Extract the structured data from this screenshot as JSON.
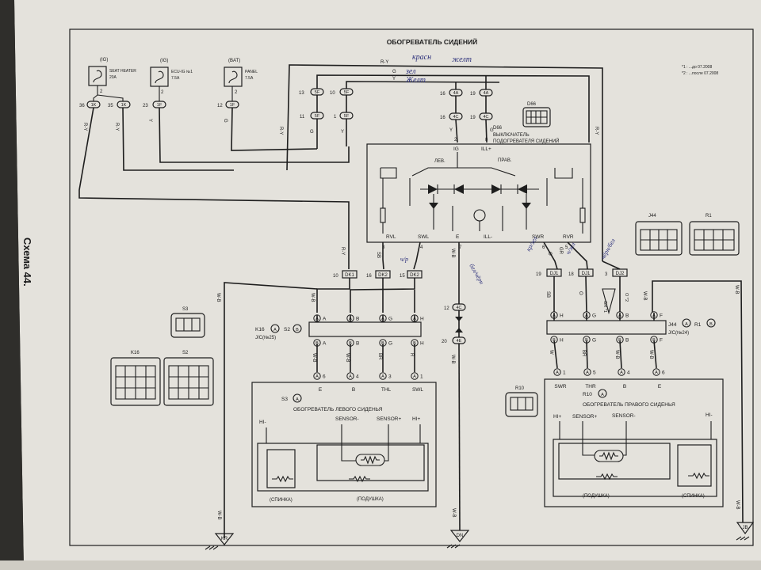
{
  "page": {
    "title": "ОБОГРЕВАТЕЛЬ СИДЕНИЙ",
    "side_label": "Схема 44.",
    "legend_lines": [
      "*1 : ...до 07.2008",
      "*2 : ...после 07.2008"
    ]
  },
  "fuses": [
    {
      "circuit": "(IG)",
      "name": "SEAT HEATER",
      "rating": "20A",
      "pin_out": "2",
      "conn_a": "1K",
      "pin_a": "36",
      "conn_b": "1K",
      "pin_b": "35",
      "wire_a": "R-Y",
      "wire_b": "R-Y"
    },
    {
      "circuit": "(IG)",
      "name": "ECU-IG №1",
      "rating": "7.5A",
      "pin_out": "2",
      "conn": "1F",
      "pin": "23",
      "wire": "Y"
    },
    {
      "circuit": "(BAT)",
      "name": "PANEL",
      "rating": "7.5A",
      "pin_out": "2",
      "conn": "1F",
      "pin": "12",
      "wire": "G"
    }
  ],
  "top_wires": {
    "r_y": "R-Y",
    "g": "G",
    "y": "Y",
    "hand_red": "красн",
    "hand_yellow1": "желт",
    "hand_green": "зел",
    "hand_yellow2": "Желт"
  },
  "splices": [
    {
      "pin": "13",
      "conn": "5F"
    },
    {
      "pin": "11",
      "conn": "5F"
    },
    {
      "pin": "10",
      "conn": "5F"
    },
    {
      "pin": "1",
      "conn": "5F"
    },
    {
      "pin": "16",
      "conn": "4A"
    },
    {
      "pin": "19",
      "conn": "4A"
    },
    {
      "pin": "16",
      "conn": "4C"
    },
    {
      "pin": "19",
      "conn": "4C"
    }
  ],
  "switch": {
    "code": "D66",
    "title_line1": "ВЫКЛЮЧАТЕЛЬ",
    "title_line2": "ПОДОГРЕВАТЕЛЯ СИДЕНИЙ",
    "ig": "IG",
    "ill_plus": "ILL+",
    "pin_ig": "2",
    "pin_ill": "8",
    "left": "ЛЕВ.",
    "right": "ПРАВ.",
    "pins": [
      {
        "name": "RVL",
        "num": "3"
      },
      {
        "name": "SWL",
        "num": "4"
      },
      {
        "name": "E",
        "num": "7"
      },
      {
        "name": "ILL-",
        "num": ""
      },
      {
        "name": "SWR",
        "num": "6"
      },
      {
        "name": "RVR",
        "num": "5"
      }
    ]
  },
  "dk_connectors": [
    {
      "pin": "10",
      "conn": "DK1"
    },
    {
      "pin": "16",
      "conn": "DK2"
    },
    {
      "pin": "15",
      "conn": "DK2"
    }
  ],
  "dj_connectors": [
    {
      "pin": "19",
      "conn": "DJ1"
    },
    {
      "pin": "18",
      "conn": "DJ1"
    },
    {
      "pin": "3",
      "conn": "DJ2"
    }
  ],
  "mid_wires": {
    "r_y": "R-Y",
    "sb": "SB",
    "w_b": "W-B",
    "sb_r": "SB",
    "gr": "GR",
    "o": "O",
    "gr_star1": "GR *1",
    "o_star2": "O *2",
    "hand1": "ч/р",
    "hand2": "ч/зел",
    "hand3": "бел/чёрн",
    "hand4": "чёрн/бел",
    "hand5": "кр/зел"
  },
  "jc_left": {
    "title": "K16",
    "title_conn": "A",
    "sub": "S2",
    "sub_conn": "B",
    "name": "J/C(№25)",
    "top": [
      "A",
      "A",
      "A",
      "A"
    ],
    "top_pins": [
      "A",
      "B",
      "G",
      "H"
    ],
    "bot": [
      "B",
      "B",
      "B",
      "B"
    ],
    "bot_pins": [
      "A",
      "B",
      "G",
      "H"
    ],
    "wires": [
      "W-B",
      "W-B",
      "BR",
      "R"
    ],
    "left_wire": "W-B"
  },
  "jc_right": {
    "title": "J44",
    "title_conn": "A",
    "sub": "R1",
    "sub_conn": "B",
    "name": "J/C(№24)",
    "top": [
      "A",
      "A",
      "A",
      "A"
    ],
    "top_pins": [
      "H",
      "G",
      "B",
      "F"
    ],
    "bot": [
      "B",
      "B",
      "B",
      "B"
    ],
    "bot_pins": [
      "H",
      "G",
      "B",
      "F"
    ],
    "wires": [
      "W",
      "BR",
      "W-B",
      "W-B"
    ],
    "right_wire": "W-B"
  },
  "center": {
    "pin1": "12",
    "conn1": "4C",
    "pin2": "20",
    "conn2": "4E",
    "wire": "W-B"
  },
  "heater_left": {
    "code": "S3",
    "conn": "A",
    "title": "ОБОГРЕВАТЕЛЬ ЛЕВОГО СИДЕНЬЯ",
    "pins": [
      {
        "num": "6",
        "name": "E"
      },
      {
        "num": "4",
        "name": "B"
      },
      {
        "num": "3",
        "name": "THL"
      },
      {
        "num": "1",
        "name": "SWL"
      }
    ],
    "labels": [
      "HI-",
      "SENSOR-",
      "SENSOR+",
      "HI+"
    ],
    "back": "(СПИНКА)",
    "cushion": "(ПОДУШКА)"
  },
  "heater_right": {
    "code": "R10",
    "conn": "A",
    "title": "ОБОГРЕВАТЕЛЬ ПРАВОГО СИДЕНЬЯ",
    "pins": [
      {
        "num": "1",
        "name": "SWR"
      },
      {
        "num": "5",
        "name": "THR"
      },
      {
        "num": "4",
        "name": "B"
      },
      {
        "num": "6",
        "name": "E"
      }
    ],
    "labels": [
      "HI+",
      "SENSOR+",
      "SENSOR-",
      "HI-"
    ],
    "back": "(СПИНКА)",
    "cushion": "(ПОДУШКА)"
  },
  "grounds": [
    {
      "label": "KR",
      "wire": "W-B"
    },
    {
      "label": "DN",
      "wire": "W-B"
    },
    {
      "label": "JB",
      "wire": "W-B"
    }
  ],
  "connector_views": [
    "D66",
    "J44",
    "R1",
    "S3",
    "K16",
    "S2",
    "R10"
  ]
}
